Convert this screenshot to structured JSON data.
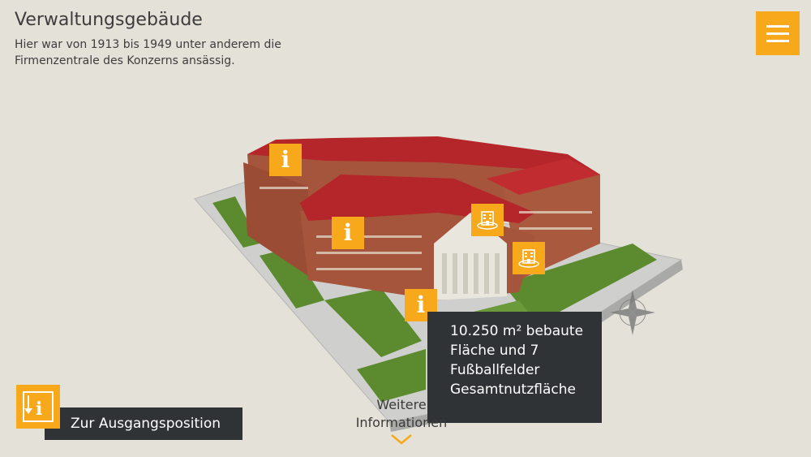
{
  "header": {
    "title": "Verwaltungsgebäude",
    "subtitle": "Hier war von 1913 bis 1949 unter anderem die Firmenzentrale des Konzerns ansässig."
  },
  "menu": {
    "icon": "hamburger-menu-icon"
  },
  "hotspots": [
    {
      "type": "info",
      "label": "i"
    },
    {
      "type": "info",
      "label": "i"
    },
    {
      "type": "info",
      "label": "i"
    },
    {
      "type": "building-rotate",
      "icon": "building-rotate-icon"
    },
    {
      "type": "building-rotate",
      "icon": "building-rotate-icon"
    }
  ],
  "info_popup": {
    "text": "10.250 m² bebaute Fläche und 7 Fußballfelder Gesamtnutzfläche"
  },
  "reset": {
    "label": "Zur Ausgangsposition",
    "icon": "reset-position-icon"
  },
  "more_info": {
    "label_line1": "Weitere",
    "label_line2": "Informationen",
    "icon": "chevron-down-icon"
  },
  "colors": {
    "accent": "#f7a81b",
    "panel": "#2f3336",
    "background": "#e4e1d9",
    "roof": "#b5262a",
    "wall": "#a5553b",
    "lawn": "#5b8a2f"
  }
}
